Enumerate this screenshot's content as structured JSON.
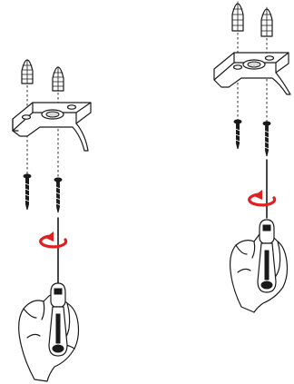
{
  "figure": {
    "panels": [
      {
        "id": "left",
        "rotation_direction": "clockwise"
      },
      {
        "id": "right",
        "rotation_direction": "clockwise"
      }
    ],
    "colors": {
      "line": "#1a1a1a",
      "rotation_arrow": "#e02020",
      "background": "#ffffff"
    },
    "icons": [
      "wall-plug-icon",
      "screw-icon",
      "mounting-bracket-icon",
      "rotation-arrow-icon",
      "screwdriver-icon",
      "hand-icon"
    ]
  }
}
